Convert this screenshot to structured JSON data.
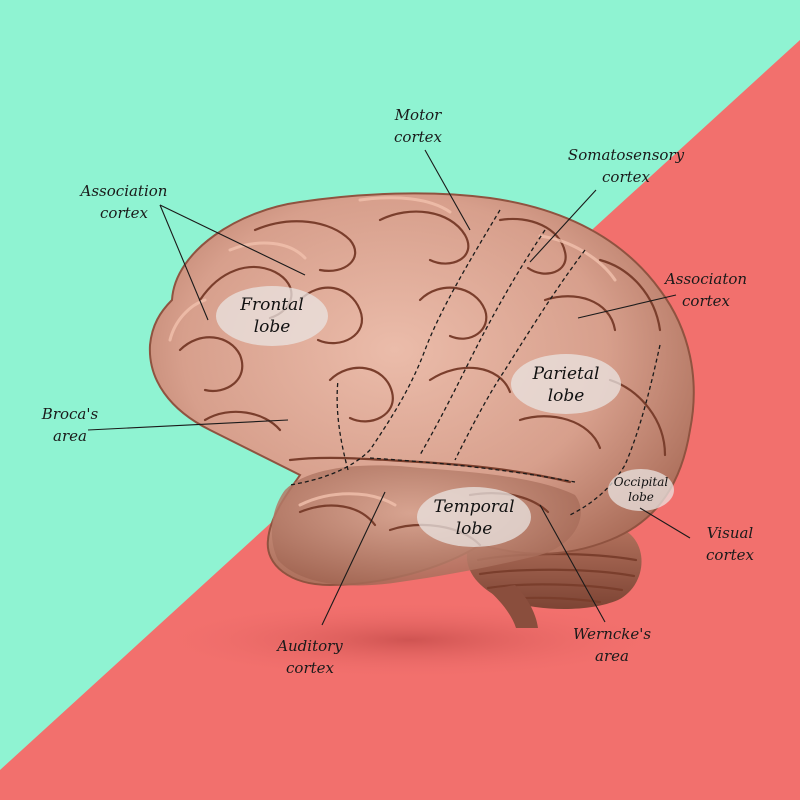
{
  "colors": {
    "background_top": "#8ff3d2",
    "background_bottom": "#f2706d",
    "brain_base": "#d79f8c",
    "brain_shadow": "#9a5a48",
    "cerebellum": "#9b5e49",
    "label_bubble": "#e9e4e2"
  },
  "lobes": {
    "frontal": {
      "line1": "Frontal",
      "line2": "lobe"
    },
    "parietal": {
      "line1": "Parietal",
      "line2": "lobe"
    },
    "temporal": {
      "line1": "Temporal",
      "line2": "lobe"
    },
    "occipital": {
      "line1": "Occipital",
      "line2": "lobe"
    }
  },
  "labels": {
    "association_cortex": {
      "line1": "Association",
      "line2": "cortex"
    },
    "motor_cortex": {
      "line1": "Motor",
      "line2": "cortex"
    },
    "somatosensory_cortex": {
      "line1": "Somatosensory",
      "line2": "cortex"
    },
    "associaton_cortex_right": {
      "line1": "Associaton",
      "line2": "cortex"
    },
    "brocas_area": {
      "line1": "Broca's",
      "line2": "area"
    },
    "visual_cortex": {
      "line1": "Visual",
      "line2": "cortex"
    },
    "auditory_cortex": {
      "line1": "Auditory",
      "line2": "cortex"
    },
    "wernickes_area": {
      "line1": "Werncke's",
      "line2": "area"
    }
  }
}
